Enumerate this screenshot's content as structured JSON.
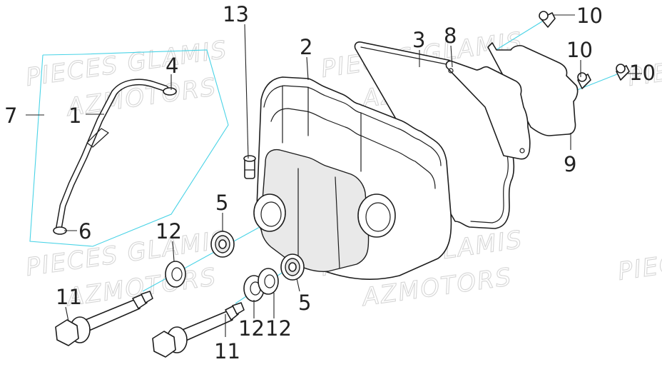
{
  "watermark": {
    "line1": "PIECES GLAMIS",
    "line2": "AZMOTORS"
  },
  "callouts": [
    {
      "id": "c13",
      "label": "13"
    },
    {
      "id": "c2",
      "label": "2"
    },
    {
      "id": "c3",
      "label": "3"
    },
    {
      "id": "c8",
      "label": "8"
    },
    {
      "id": "c10a",
      "label": "10"
    },
    {
      "id": "c10b",
      "label": "10"
    },
    {
      "id": "c10c",
      "label": "10"
    },
    {
      "id": "c9",
      "label": "9"
    },
    {
      "id": "c4",
      "label": "4"
    },
    {
      "id": "c7",
      "label": "7"
    },
    {
      "id": "c1",
      "label": "1"
    },
    {
      "id": "c6",
      "label": "6"
    },
    {
      "id": "c5a",
      "label": "5"
    },
    {
      "id": "c12a",
      "label": "12"
    },
    {
      "id": "c11a",
      "label": "11"
    },
    {
      "id": "c11b",
      "label": "11"
    },
    {
      "id": "c12b",
      "label": "12"
    },
    {
      "id": "c12c",
      "label": "12"
    },
    {
      "id": "c5b",
      "label": "5"
    }
  ],
  "colors": {
    "outline": "#1d1d1d",
    "assembly_line": "#49d3e6",
    "watermark": "#d6d6d6"
  }
}
